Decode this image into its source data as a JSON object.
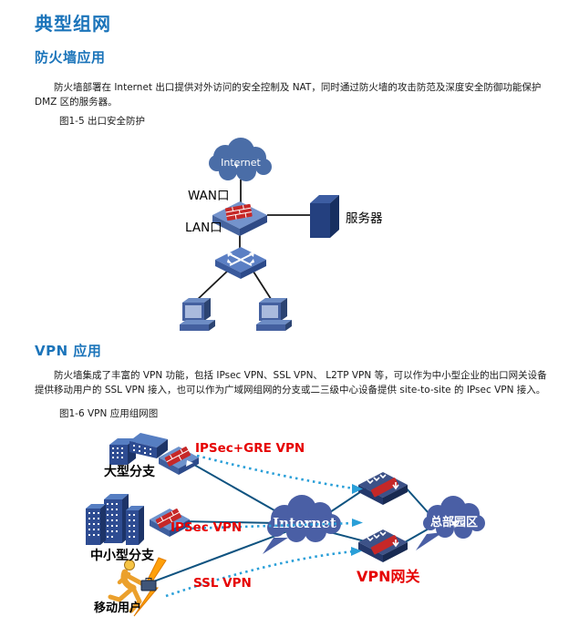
{
  "document": {
    "title": "典型组网",
    "firewall_section": {
      "heading": "防火墙应用",
      "body": "防火墙部署在 Internet 出口提供对外访问的安全控制及 NAT，同时通过防火墙的攻击防范及深度安全防御功能保护 DMZ 区的服务器。",
      "figure_caption": "图1-5 出口安全防护",
      "diagram": {
        "internet": "Internet",
        "wan_port": "WAN口",
        "lan_port": "LAN口",
        "server": "服务器"
      }
    },
    "vpn_section": {
      "heading": "VPN 应用",
      "body": "防火墙集成了丰富的 VPN 功能，包括 IPsec VPN、SSL VPN、 L2TP VPN 等，可以作为中小型企业的出口网关设备提供移动用户的 SSL VPN 接入，也可以作为广域网组网的分支或二三级中心设备提供 site-to-site 的 IPsec VPN 接入。",
      "figure_caption": "图1-6 VPN 应用组网图",
      "diagram": {
        "internet": "Internet",
        "large_branch": "大型分支",
        "small_branch": "中小型分支",
        "mobile_user": "移动用户",
        "ipsec_gre_vpn": "IPSec+GRE VPN",
        "ipsec_vpn": "IPSec VPN",
        "ssl_vpn": "SSL VPN",
        "vpn_gateway": "VPN网关",
        "headquarters": "总部园区"
      }
    }
  },
  "colors": {
    "heading_blue": "#1b74ba",
    "red_label": "#e60000",
    "cloud_blue_fig1": "#4a6da7",
    "cloud_blue_fig2": "#4a5fa5",
    "solid_link": "#0f5380",
    "dotted_arrow": "#2a9fd8",
    "firewall_red": "#c62828"
  }
}
